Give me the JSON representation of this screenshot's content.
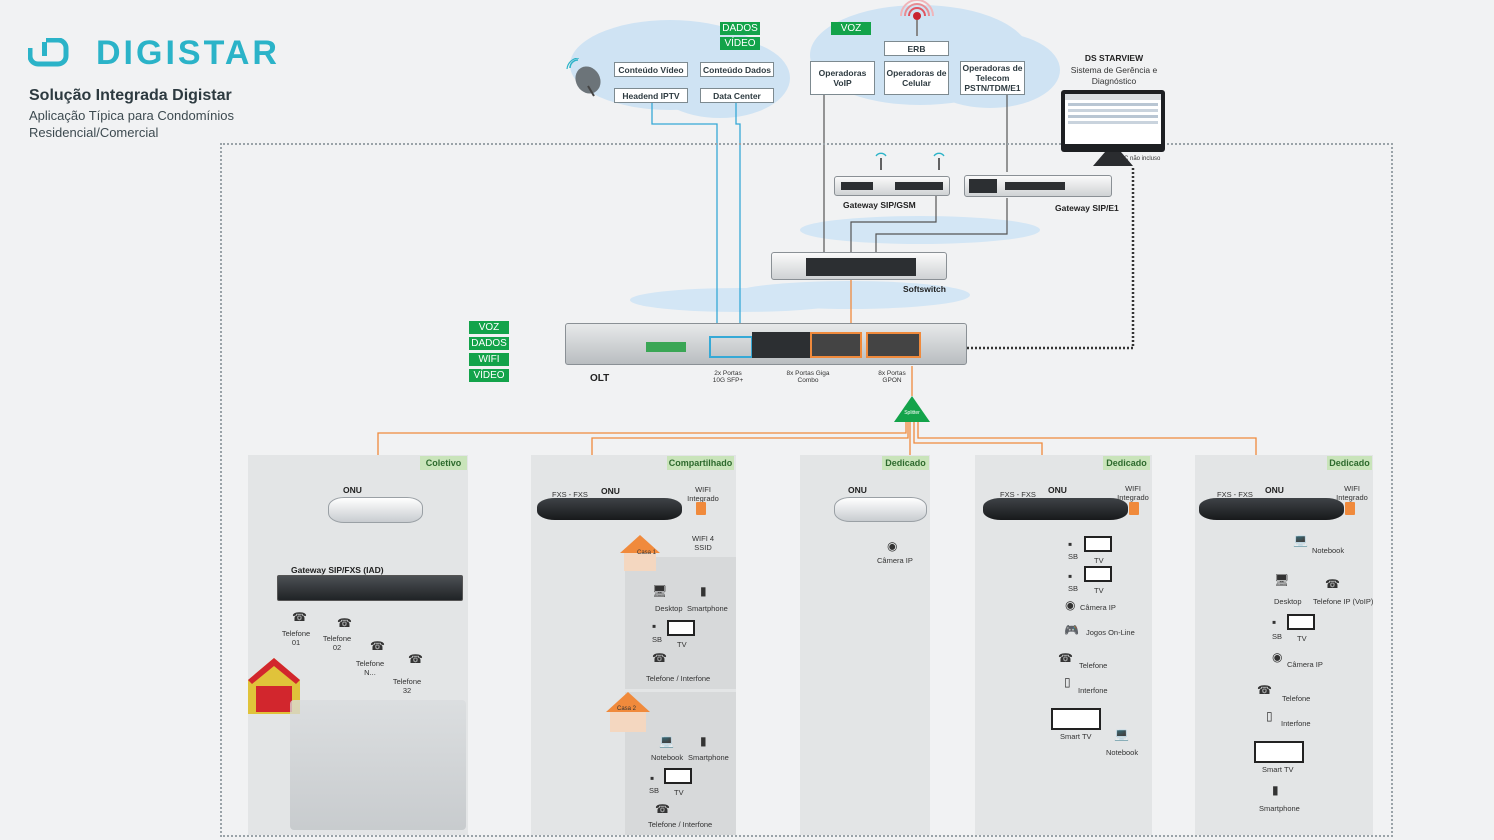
{
  "header": {
    "brand": "DIGISTAR",
    "title": "Solução Integrada Digistar",
    "subtitle": "Aplicação Típica para Condomínios Residencial/Comercial"
  },
  "top_services": {
    "dados_tag": "DADOS",
    "video_tag": "VÍDEO",
    "voz_tag": "VOZ",
    "conteudo_video": "Conteúdo Vídeo",
    "conteudo_dados": "Conteúdo Dados",
    "headend": "Headend IPTV",
    "datacenter": "Data Center",
    "voip": "Operadoras VoIP",
    "erb": "ERB",
    "celular": "Operadoras de Celular",
    "telecom": "Operadoras de Telecom PSTN/TDM/E1"
  },
  "starview": {
    "title": "DS STARVIEW",
    "subtitle": "Sistema de Gerência e Diagnóstico",
    "pc_note": "PC não incluso"
  },
  "devices": {
    "gateway_gsm": "Gateway SIP/GSM",
    "gateway_e1": "Gateway SIP/E1",
    "softswitch": "Softswitch",
    "olt": "OLT",
    "splitter": "Splitter",
    "port_sfp": "2x Portas 10G SFP+",
    "port_combo": "8x Portas Giga Combo",
    "port_gpon": "8x Portas GPON"
  },
  "services_tags": [
    "VOZ",
    "DADOS",
    "WIFI",
    "VÍDEO"
  ],
  "panels": {
    "coletivo": {
      "tag": "Coletivo",
      "onu": "ONU",
      "iad": "Gateway SIP/FXS (IAD)",
      "phones": [
        "Telefone 01",
        "Telefone 02",
        "Telefone N...",
        "Telefone 32"
      ]
    },
    "compartilhado": {
      "tag": "Compartilhado",
      "onu": "ONU",
      "fxs": "FXS - FXS",
      "wifi": "WIFI Integrado",
      "wifi_ssid": "WIFI 4 SSID",
      "casa1": "Casa 1",
      "casa2": "Casa 2",
      "desktop": "Desktop",
      "smartphone": "Smartphone",
      "sb": "SB",
      "tv": "TV",
      "telefone": "Telefone / Interfone",
      "notebook": "Notebook"
    },
    "dedicado1": {
      "tag": "Dedicado",
      "onu": "ONU",
      "camera": "Câmera IP"
    },
    "dedicado2": {
      "tag": "Dedicado",
      "onu": "ONU",
      "fxs": "FXS - FXS",
      "wifi": "WIFI Integrado",
      "sb": "SB",
      "tv": "TV",
      "camera": "Câmera IP",
      "jogos": "Jogos On-Line",
      "telefone": "Telefone",
      "interfone": "Interfone",
      "smarttv": "Smart TV",
      "notebook": "Notebook"
    },
    "dedicado3": {
      "tag": "Dedicado",
      "onu": "ONU",
      "fxs": "FXS - FXS",
      "wifi": "WIFI Integrado",
      "notebook": "Notebook",
      "desktop": "Desktop",
      "voip_phone": "Telefone IP (VoIP)",
      "sb": "SB",
      "tv": "TV",
      "camera": "Câmera IP",
      "telefone": "Telefone",
      "interfone": "Interfone",
      "smarttv": "Smart TV",
      "smartphone": "Smartphone"
    }
  },
  "colors": {
    "fiber": "#f08a3c",
    "blue_link": "#36a9d6",
    "copper": "#555555",
    "green_tag": "#13a34a",
    "brand": "#2bb3c8"
  }
}
